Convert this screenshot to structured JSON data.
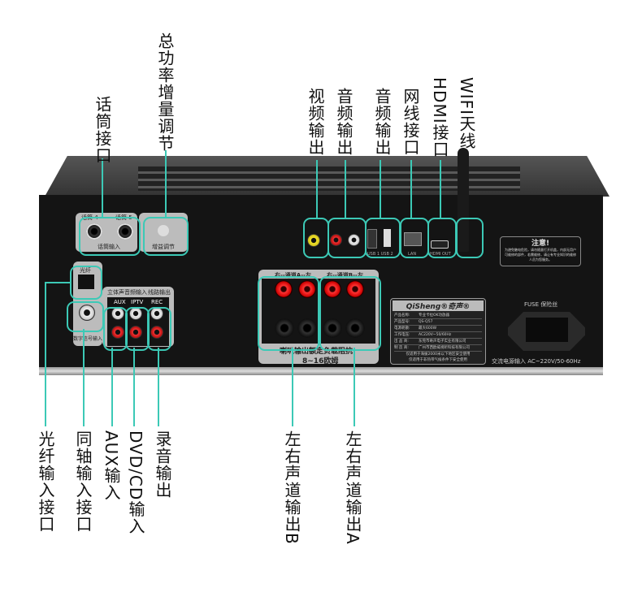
{
  "top_labels": [
    "话筒接口",
    "总功率增量调节",
    "视频输出",
    "音频输出",
    "音频输出",
    "网线接口",
    "HDMI接口",
    "WIFI天线"
  ],
  "bottom_labels": [
    "光纤输入接口",
    "同轴输入接口",
    "AUX输入",
    "DVD/CD输入",
    "录音输出",
    "左右声道输出B",
    "左右声道输出A"
  ],
  "panel": {
    "mic_in": "话筒输入",
    "mic4": "话筒 4",
    "mic5": "话筒 5",
    "gain": "增益调节",
    "optical": "光纤",
    "coax_in": "数字信号输入",
    "stereo_in": "立体声音频输入",
    "line_out": "线路输出",
    "aux": "AUX",
    "iptv": "IPTV",
    "rec": "REC",
    "ch_a": "右--通道A--左",
    "ch_b": "右--通道B--左",
    "speaker_note": "喇叭输出额定负载阻抗",
    "impedance": "8~16欧姆",
    "usb": "USB 1  USB 2",
    "lan": "LAN",
    "hdmi": "HDMI OUT",
    "warning_title": "注意!",
    "warning_text": "为避免触电危险，请勿随意打开机盖，内部无用户可维修的部件，若需维修，请让有专业知识的维修人员为您服务。",
    "brand": "QiSheng®奇声®",
    "spec_rows": [
      [
        "产品名称:",
        "专业卡拉OK功放器"
      ],
      [
        "产品型号:",
        "QS-Q57"
      ],
      [
        "电源耗散:",
        "最大600W"
      ],
      [
        "工作电压:",
        "AC220V~50/60Hz"
      ],
      [
        "出 品 商:",
        "东莞市奇声电子实业有限公司"
      ],
      [
        "制 造 商:",
        "广州市西欧威视听科技有限公司"
      ]
    ],
    "spec_note1": "仅适用于海拔2000米以下地区安全使用",
    "spec_note2": "仅适用于非热带气候条件下安全使用",
    "fuse": "FUSE 保险丝",
    "power": "交流电源输入  AC~220V/50-60Hz"
  }
}
